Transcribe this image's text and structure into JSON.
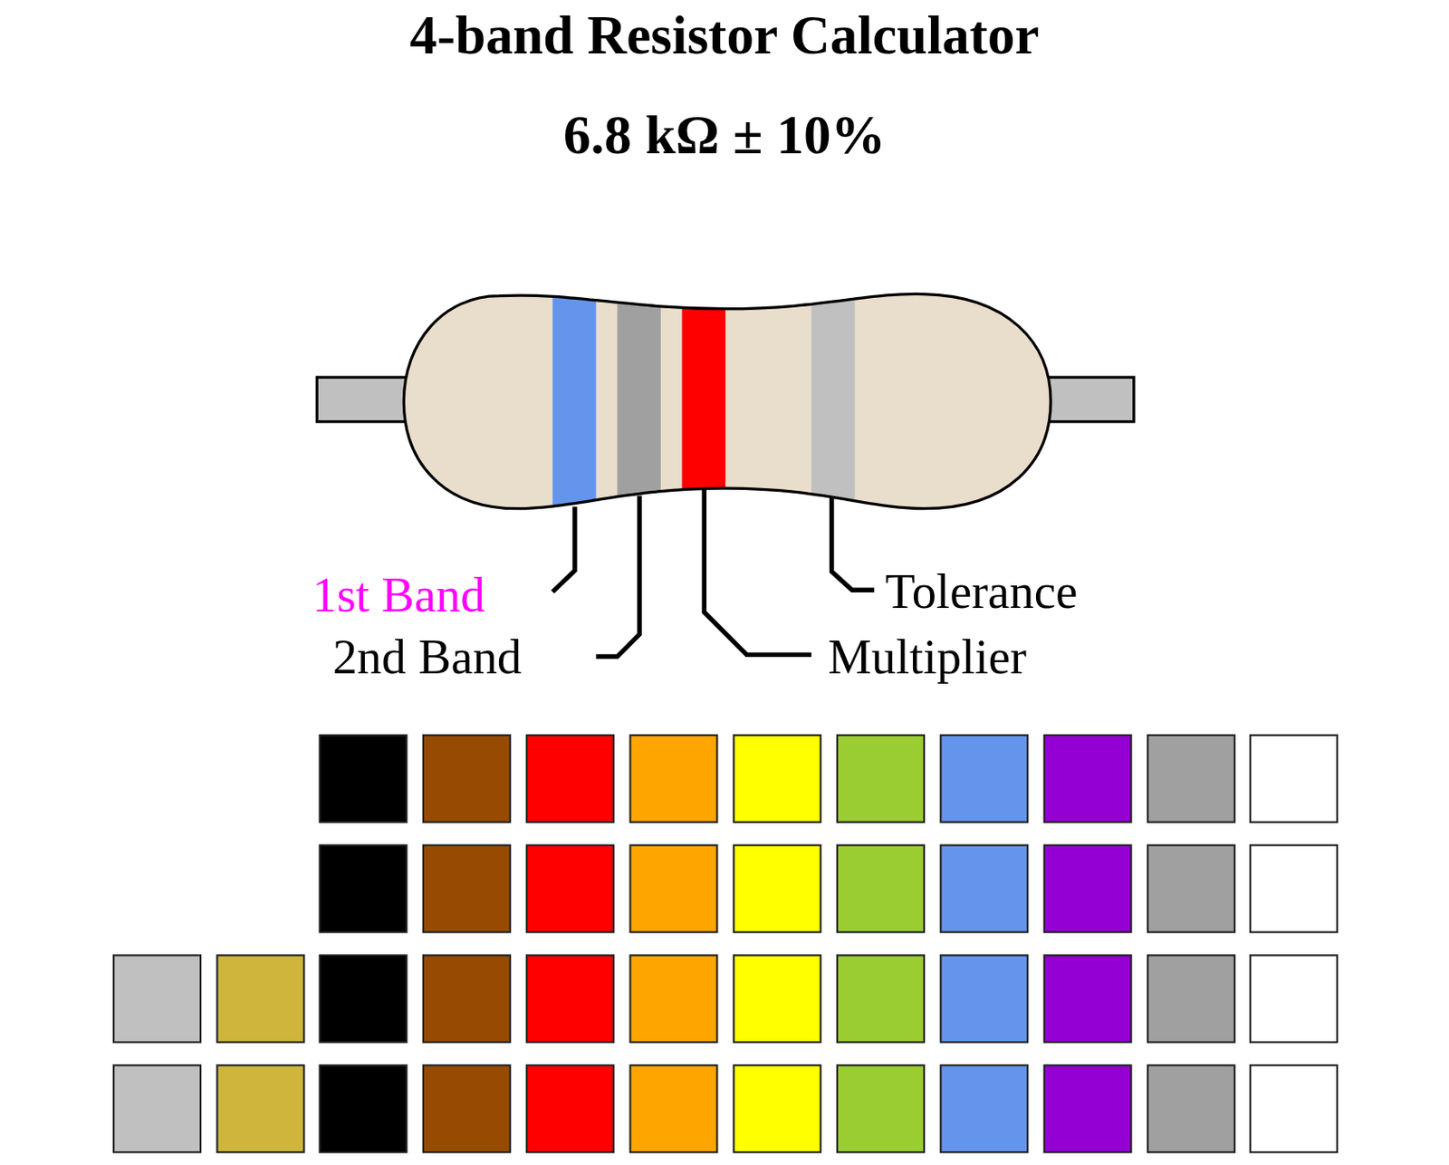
{
  "diagram": {
    "title": "4-band Resistor Calculator",
    "labels": [
      "6.8 kΩ ± 10%",
      "1st Band",
      "2nd Band",
      "Multiplier",
      "Tolerance"
    ]
  }
}
